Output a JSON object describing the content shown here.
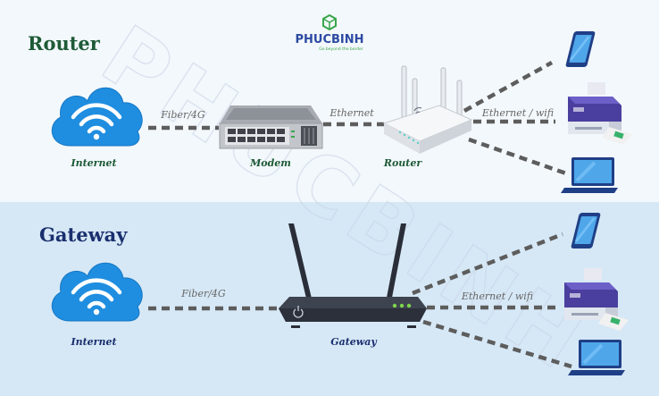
{
  "logo": {
    "brand": "PHUCBINH",
    "tagline": "Go beyond the border"
  },
  "watermark": "PHUCBINH",
  "router_section": {
    "title": "Router",
    "internet_label": "Internet",
    "modem_label": "Modem",
    "router_label": "Router",
    "link_fiber": "Fiber/4G",
    "link_ethernet": "Ethernet",
    "link_ethernet_wifi": "Ethernet / wifi"
  },
  "gateway_section": {
    "title": "Gateway",
    "internet_label": "Internet",
    "gateway_label": "Gateway",
    "link_fiber": "Fiber/4G",
    "link_ethernet_wifi": "Ethernet / wifi"
  },
  "colors": {
    "top_bg": "#f3f8fc",
    "bottom_bg": "#d6e8f6",
    "router_title": "#1e5a36",
    "gateway_title": "#1a2f6e",
    "cloud": "#1f8ee0",
    "link": "#5d5d5d"
  },
  "icons": [
    "cloud-wifi-icon",
    "modem-icon",
    "router-icon",
    "gateway-icon",
    "smartphone-icon",
    "printer-icon",
    "laptop-icon"
  ]
}
